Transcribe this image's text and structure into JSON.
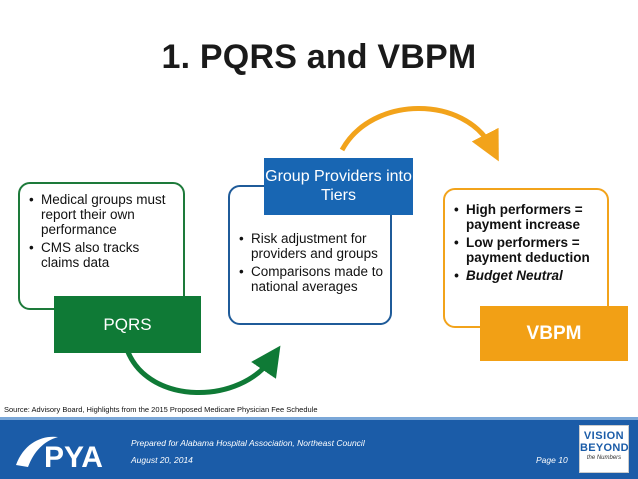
{
  "slide": {
    "title": "1. PQRS and VBPM",
    "source": "Source: Advisory Board, Highlights from the 2015 Proposed Medicare Physician Fee Schedule"
  },
  "stages": [
    {
      "label": "PQRS",
      "color": "#0f7a36",
      "bullets": [
        "Medical groups must report their own performance",
        "CMS also tracks claims data"
      ]
    },
    {
      "label": "Group Providers into Tiers",
      "color": "#1866b3",
      "bullets": [
        "Risk adjustment for providers and groups",
        "Comparisons made to national averages"
      ]
    },
    {
      "label": "VBPM",
      "color": "#f2a015",
      "bullets": [
        "High performers = payment increase",
        "Low performers = payment deduction",
        "Budget Neutral"
      ]
    }
  ],
  "arrows": [
    {
      "name": "green-curved-arrow",
      "color": "#0f7a36"
    },
    {
      "name": "orange-curved-arrow",
      "color": "#f2a31b"
    }
  ],
  "footer": {
    "logo": "PYA",
    "prepared_for": "Prepared for Alabama Hospital Association, Northeast Council",
    "date": "August 20, 2014",
    "page": "Page 10",
    "badge_line1": "VISION",
    "badge_line2": "BEYOND",
    "badge_line3": "the Numbers",
    "bar_color": "#1b5ca8"
  }
}
